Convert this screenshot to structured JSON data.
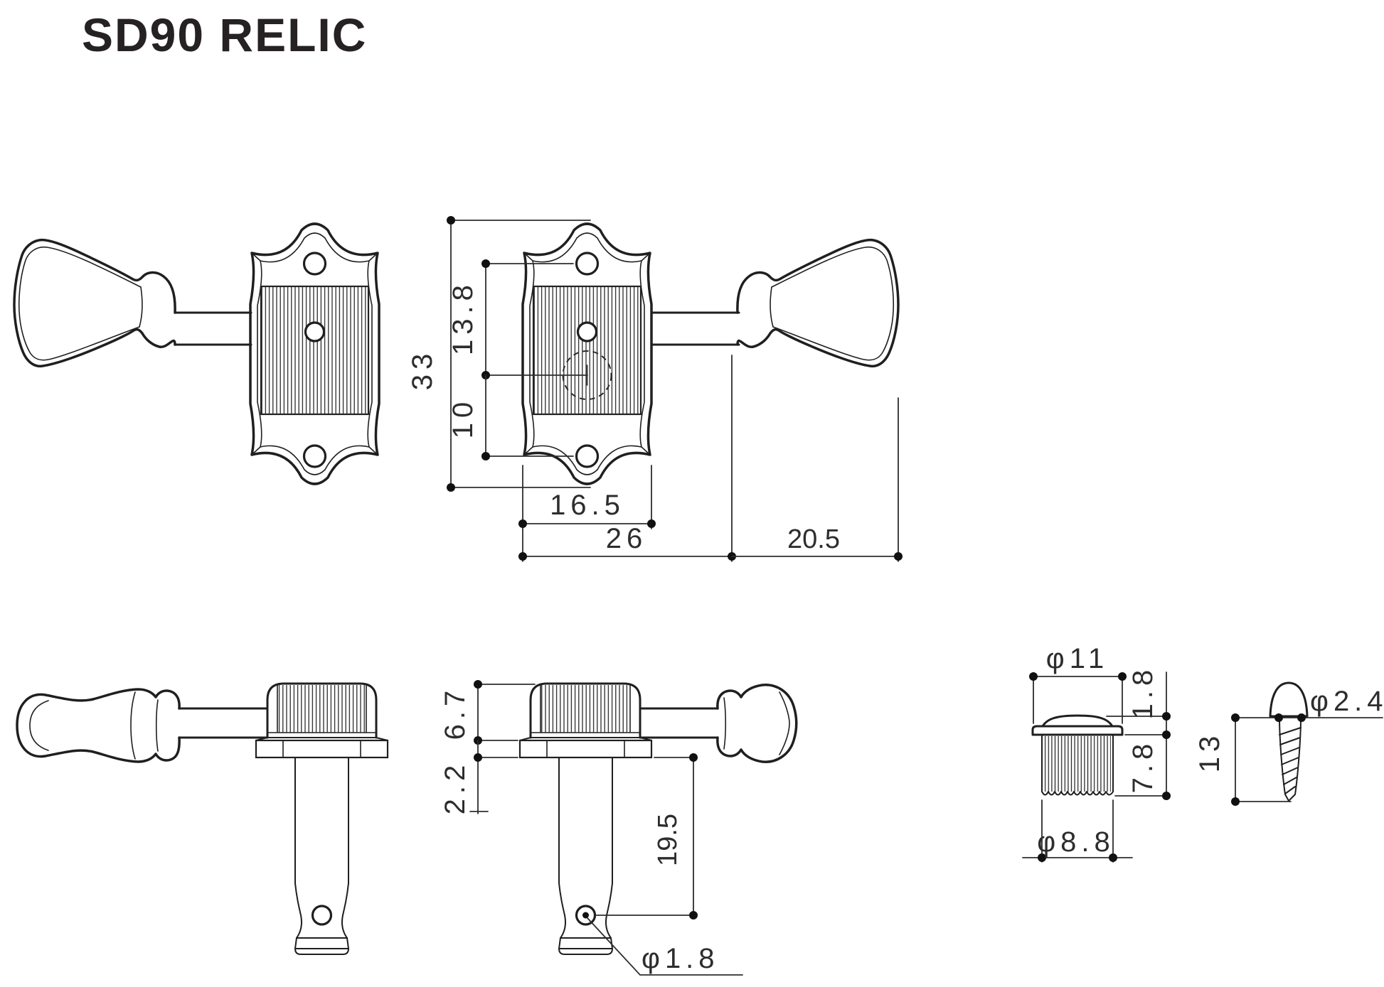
{
  "title": "SD90 RELIC",
  "colors": {
    "ink": "#1f1f1f",
    "dimension": "#2e2e2e",
    "background": "#ffffff"
  },
  "front_view": {
    "dims": {
      "overall_height": "33",
      "top_screw_to_post": "13.8",
      "post_to_bottom_screw": "10",
      "plate_width": "16.5",
      "plate_to_button": "26",
      "button_length": "20.5"
    }
  },
  "side_view": {
    "dims": {
      "housing_height": "6.7",
      "flange_thickness": "2.2",
      "post_length": "19.5",
      "string_hole_dia": "φ1.8"
    }
  },
  "bushing": {
    "dims": {
      "flange_dia": "φ11",
      "flange_height": "1.8",
      "body_height": "7.8",
      "body_dia": "φ8.8"
    }
  },
  "screw": {
    "dims": {
      "thread_dia": "φ2.4",
      "length": "13"
    }
  }
}
